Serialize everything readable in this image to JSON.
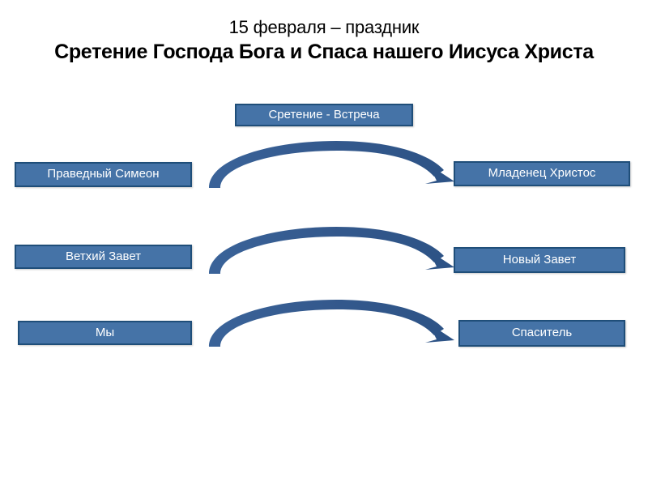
{
  "slide": {
    "background_color": "#FFFFFF",
    "title": {
      "line1": "15 февраля – праздник",
      "line2": "Сретение Господа Бога и Спаса нашего Иисуса Христа"
    },
    "theme": {
      "box_fill": "#4573A7",
      "box_border": "#1F4E79",
      "box_text": "#FFFFFF",
      "arrow_color": "#2F5D96",
      "title_text": "#000000"
    },
    "top_node": {
      "label": "Сретение - Встреча"
    },
    "rows": [
      {
        "left_label": "Праведный Симеон",
        "right_label": "Младенец Христос",
        "arrow": "curved-arrow-right"
      },
      {
        "left_label": "Ветхий Завет",
        "right_label": "Новый Завет",
        "arrow": "curved-arrow-right"
      },
      {
        "left_label": "Мы",
        "right_label": "Спаситель",
        "arrow": "curved-arrow-right"
      }
    ]
  }
}
